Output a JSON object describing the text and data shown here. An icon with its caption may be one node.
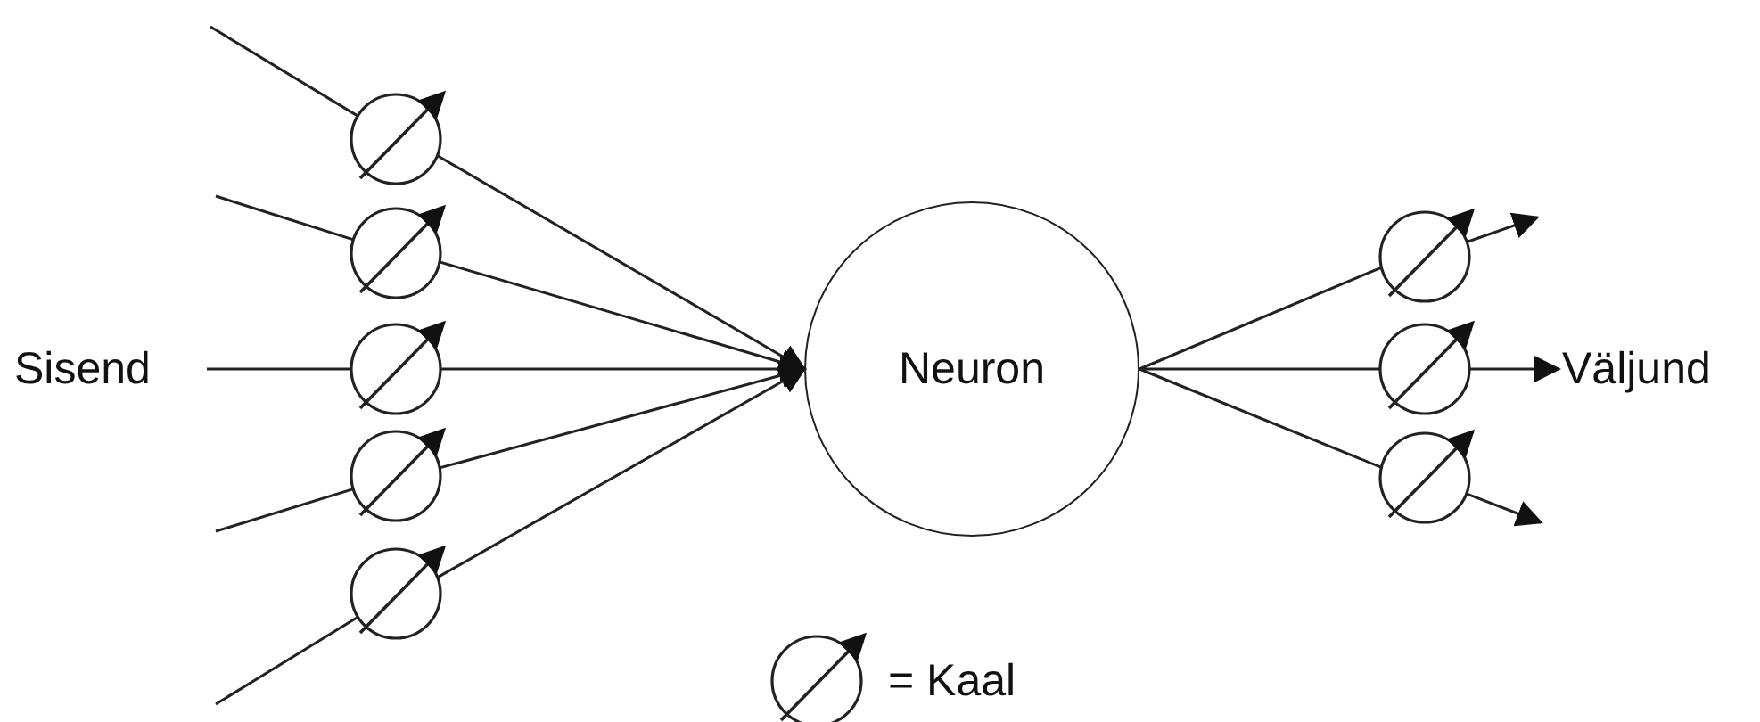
{
  "diagram": {
    "nodes": [
      {
        "text": [
          "Sisend"
        ]
      },
      {
        "text": [],
        "shape": "circle"
      },
      {
        "text": [],
        "shape": "circle"
      },
      {
        "text": [],
        "shape": "circle"
      },
      {
        "text": [],
        "shape": "circle"
      },
      {
        "text": [],
        "shape": "circle"
      },
      {
        "text": [
          "Neuron"
        ]
      },
      {
        "text": [],
        "shape": "circle"
      },
      {
        "text": [],
        "shape": "circle"
      },
      {
        "text": [],
        "shape": "circle"
      },
      {
        "text": [
          "Väljund"
        ]
      }
    ],
    "edges": [
      {
        "from": null,
        "to": 1,
        "arrow": "none"
      },
      {
        "from": 1,
        "to": 6,
        "arrow": "to"
      },
      {
        "from": null,
        "to": 2,
        "arrow": "none"
      },
      {
        "from": 2,
        "to": 6,
        "arrow": "to"
      },
      {
        "from": 0,
        "to": 3,
        "arrow": "none"
      },
      {
        "from": 3,
        "to": 6,
        "arrow": "to"
      },
      {
        "from": null,
        "to": 4,
        "arrow": "none"
      },
      {
        "from": 4,
        "to": 6,
        "arrow": "to"
      },
      {
        "from": null,
        "to": 5,
        "arrow": "none"
      },
      {
        "from": 5,
        "to": 6,
        "arrow": "to"
      },
      {
        "from": 6,
        "to": 7,
        "arrow": "none"
      },
      {
        "from": 7,
        "to": null,
        "arrow": "to"
      },
      {
        "from": 6,
        "to": 8,
        "arrow": "none"
      },
      {
        "from": 8,
        "to": 10,
        "arrow": "to"
      },
      {
        "from": 6,
        "to": 9,
        "arrow": "none"
      },
      {
        "from": 9,
        "to": null,
        "arrow": "to"
      }
    ],
    "legend": [
      {
        "text": "= Kaal"
      }
    ]
  }
}
